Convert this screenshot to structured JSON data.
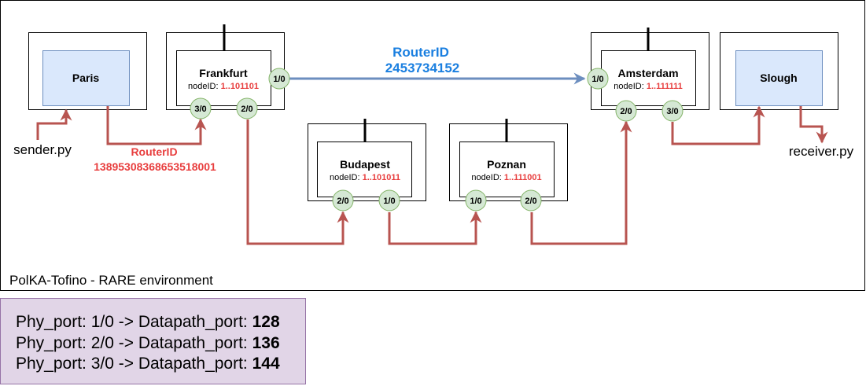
{
  "environment_label": "PolKA-Tofino - RARE environment",
  "colors": {
    "route": "#b85450",
    "main_link": "#6c8ebf",
    "port_fill": "#d5e8d4",
    "port_stroke": "#82b366",
    "host_fill": "#dae8fc",
    "host_stroke": "#6c8ebf",
    "red_text": "#e83e3e",
    "blue_text": "#1a7fe0",
    "legend_fill": "#e1d5e7",
    "legend_stroke": "#9673a6"
  },
  "hosts": {
    "paris": "Paris",
    "slough": "Slough"
  },
  "scripts": {
    "sender": "sender.py",
    "receiver": "receiver.py"
  },
  "routers": {
    "frankfurt": {
      "name": "Frankfurt",
      "node_prefix": "nodeID: ",
      "node_id": "1..101101"
    },
    "amsterdam": {
      "name": "Amsterdam",
      "node_prefix": "nodeID: ",
      "node_id": "1..111111"
    },
    "budapest": {
      "name": "Budapest",
      "node_prefix": "nodeID: ",
      "node_id": "1..101011"
    },
    "poznan": {
      "name": "Poznan",
      "node_prefix": "nodeID: ",
      "node_id": "1..111001"
    }
  },
  "ports": {
    "p10": "1/0",
    "p20": "2/0",
    "p30": "3/0"
  },
  "router_ids": {
    "top_label": "RouterID",
    "top_value": "2453734152",
    "bottom_label": "RouterID",
    "bottom_value": "13895308368653518001"
  },
  "legend": {
    "rows": [
      {
        "prefix": "Phy_port: 1/0 -> Datapath_port: ",
        "value": "128"
      },
      {
        "prefix": "Phy_port: 2/0 -> Datapath_port: ",
        "value": "136"
      },
      {
        "prefix": "Phy_port: 3/0 -> Datapath_port: ",
        "value": "144"
      }
    ]
  }
}
